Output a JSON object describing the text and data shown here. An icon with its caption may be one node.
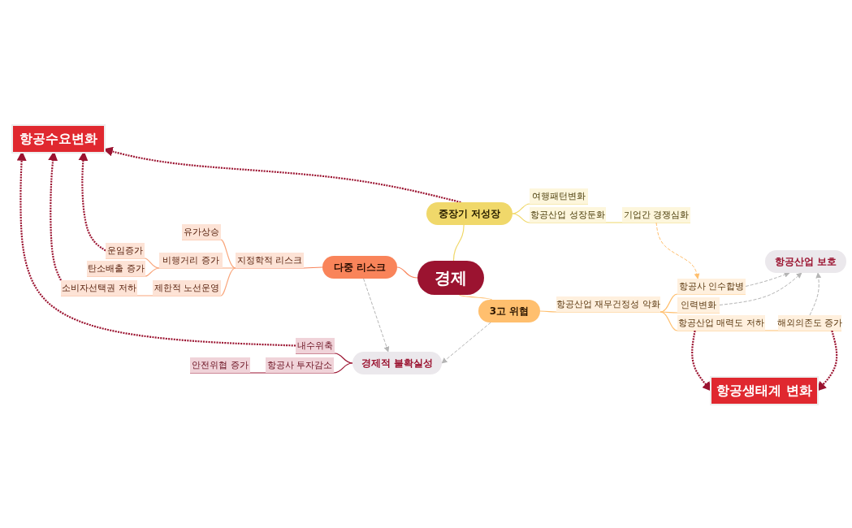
{
  "diagram": {
    "nodes": [
      {
        "text": [
          "경제"
        ]
      },
      {
        "text": [
          "중장기 저성장"
        ]
      },
      {
        "text": [
          "여행패턴변화"
        ]
      },
      {
        "text": [
          "항공산업 성장둔화"
        ]
      },
      {
        "text": [
          "기업간 경쟁심화"
        ]
      },
      {
        "text": [
          "다중 리스크"
        ]
      },
      {
        "text": [
          "지정학적 리스크"
        ]
      },
      {
        "text": [
          "유가상승"
        ]
      },
      {
        "text": [
          "비행거리 증가"
        ]
      },
      {
        "text": [
          "운임증가"
        ]
      },
      {
        "text": [
          "탄소배출 증가"
        ]
      },
      {
        "text": [
          "제한적 노선운영"
        ]
      },
      {
        "text": [
          "소비자선택권 저하"
        ]
      },
      {
        "text": [
          "3고 위협"
        ]
      },
      {
        "text": [
          "항공산업 재무건정성 악화"
        ]
      },
      {
        "text": [
          "항공사 인수합병"
        ]
      },
      {
        "text": [
          "인력변화"
        ]
      },
      {
        "text": [
          "항공산업 매력도 저하"
        ]
      },
      {
        "text": [
          "해외의존도 증가"
        ]
      },
      {
        "text": [
          "항공산업 보호"
        ]
      },
      {
        "text": [
          "경제적 불확실성"
        ]
      },
      {
        "text": [
          "내수위축"
        ]
      },
      {
        "text": [
          "항공사 투자감소"
        ]
      },
      {
        "text": [
          "안전위협 증가"
        ]
      },
      {
        "text": [
          "항공수요변화"
        ]
      },
      {
        "text": [
          "항공생태계 변화"
        ]
      }
    ],
    "edges": [
      {
        "from": 0,
        "to": 1,
        "arrow": "none",
        "color": "#f0d86a"
      },
      {
        "from": 1,
        "to": 2,
        "arrow": "none",
        "color": "#f0d86a"
      },
      {
        "from": 1,
        "to": 3,
        "arrow": "none",
        "color": "#f0d86a"
      },
      {
        "from": 3,
        "to": 4,
        "arrow": "none",
        "color": "#f0d86a"
      },
      {
        "from": 0,
        "to": 5,
        "arrow": "none",
        "color": "#f9845a"
      },
      {
        "from": 5,
        "to": 6,
        "arrow": "none",
        "color": "#f9845a"
      },
      {
        "from": 6,
        "to": 7,
        "arrow": "none",
        "color": "#f9a57a"
      },
      {
        "from": 6,
        "to": 8,
        "arrow": "none",
        "color": "#f9a57a"
      },
      {
        "from": 6,
        "to": 11,
        "arrow": "none",
        "color": "#f9a57a"
      },
      {
        "from": 8,
        "to": 9,
        "arrow": "none",
        "color": "#f9a57a"
      },
      {
        "from": 8,
        "to": 10,
        "arrow": "none",
        "color": "#f9a57a"
      },
      {
        "from": 11,
        "to": 12,
        "arrow": "none",
        "color": "#f9a57a"
      },
      {
        "from": 0,
        "to": 13,
        "arrow": "none",
        "color": "#ffbf6e"
      },
      {
        "from": 13,
        "to": 14,
        "arrow": "none",
        "color": "#ffbf6e"
      },
      {
        "from": 14,
        "to": 15,
        "arrow": "none",
        "color": "#ffbf6e"
      },
      {
        "from": 14,
        "to": 16,
        "arrow": "none",
        "color": "#ffbf6e"
      },
      {
        "from": 14,
        "to": 17,
        "arrow": "none",
        "color": "#ffbf6e"
      },
      {
        "from": 17,
        "to": 18,
        "arrow": "none",
        "color": "#ffbf6e"
      },
      {
        "from": 20,
        "to": 21,
        "arrow": "none",
        "color": "#9b1330"
      },
      {
        "from": 20,
        "to": 22,
        "arrow": "none",
        "color": "#9b1330"
      },
      {
        "from": 22,
        "to": 23,
        "arrow": "none",
        "color": "#9b1330"
      },
      {
        "from": 1,
        "to": 24,
        "arrow": "to",
        "style": "dashed",
        "color": "#9b1330"
      },
      {
        "from": 9,
        "to": 24,
        "arrow": "to",
        "style": "dashed",
        "color": "#9b1330"
      },
      {
        "from": 12,
        "to": 24,
        "arrow": "to",
        "style": "dashed",
        "color": "#9b1330"
      },
      {
        "from": 21,
        "to": 24,
        "arrow": "to",
        "style": "dashed",
        "color": "#9b1330"
      },
      {
        "from": 17,
        "to": 25,
        "arrow": "to",
        "style": "dashed",
        "color": "#9b1330"
      },
      {
        "from": 18,
        "to": 25,
        "arrow": "to",
        "style": "dashed",
        "color": "#9b1330"
      },
      {
        "from": 5,
        "to": 20,
        "arrow": "to",
        "style": "dashed",
        "color": "#b5b5b5"
      },
      {
        "from": 13,
        "to": 20,
        "arrow": "to",
        "style": "dashed",
        "color": "#b5b5b5"
      },
      {
        "from": 4,
        "to": 15,
        "arrow": "to",
        "style": "dashed",
        "color": "#ffbf6e"
      },
      {
        "from": 15,
        "to": 19,
        "arrow": "to",
        "style": "dashed",
        "color": "#b5b5b5"
      },
      {
        "from": 16,
        "to": 19,
        "arrow": "to",
        "style": "dashed",
        "color": "#b5b5b5"
      },
      {
        "from": 18,
        "to": 19,
        "arrow": "to",
        "style": "dashed",
        "color": "#b5b5b5"
      }
    ]
  }
}
